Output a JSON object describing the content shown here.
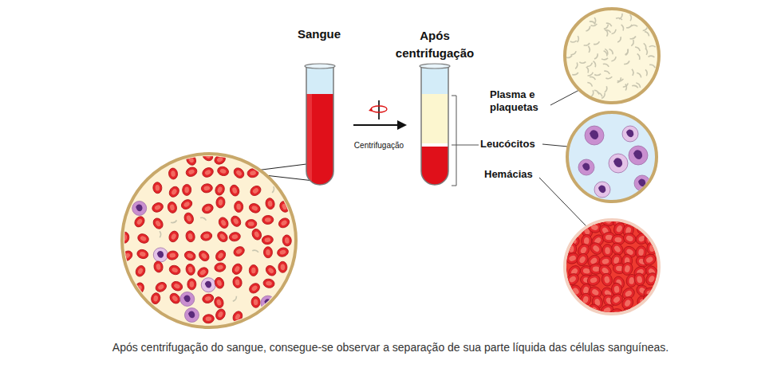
{
  "diagram": {
    "caption": "Após centrifugação do sangue, consegue-se observar a separação de sua parte líquida das células sanguíneas.",
    "labels": [
      "Sangue",
      "Após centrifugação",
      "Centrifugação",
      "Plasma e plaquetas",
      "Leucócitos",
      "Hemácias"
    ]
  }
}
